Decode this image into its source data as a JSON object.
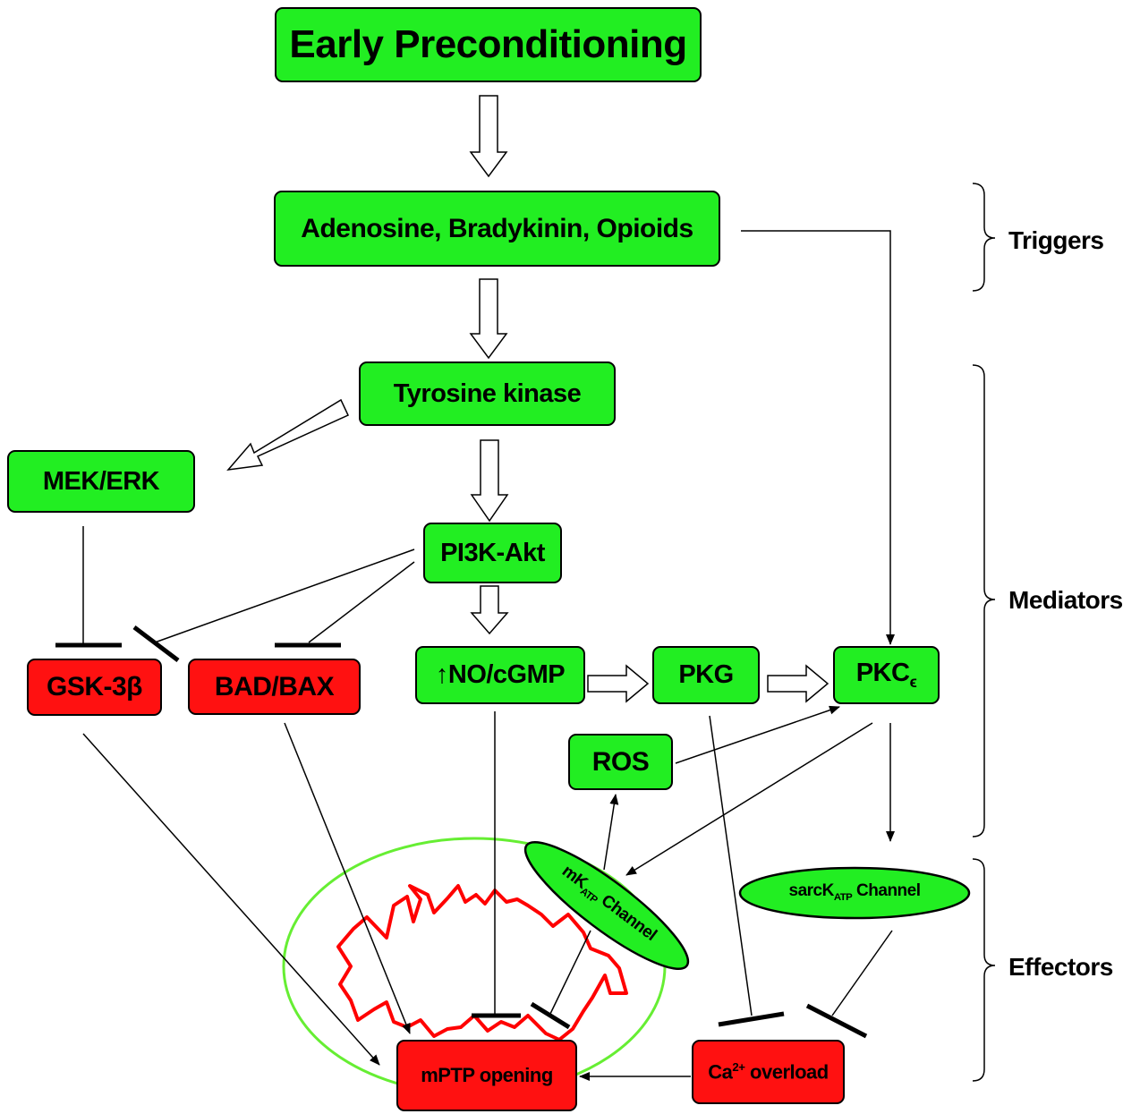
{
  "nodes": {
    "early_preconditioning": "Early Preconditioning",
    "triggers_box": "Adenosine, Bradykinin, Opioids",
    "tyrosine_kinase": "Tyrosine kinase",
    "mek_erk": "MEK/ERK",
    "pi3k_akt": "PI3K-Akt",
    "gsk3b": "GSK-3β",
    "bad_bax": "BAD/BAX",
    "no_cgmp": "↑NO/cGMP",
    "pkg": "PKG",
    "pkc": "PKC",
    "pkc_sub": "ϵ",
    "ros": "ROS",
    "mk_atp_pre": "mK",
    "mk_atp_sub": "ATP",
    "mk_atp_post": " Channel",
    "sarck_atp_pre": "sarcK",
    "sarck_atp_sub": "ATP",
    "sarck_atp_post": " Channel",
    "mptp": "mPTP opening",
    "ca_pre": "Ca",
    "ca_sup": "2+",
    "ca_post": " overload"
  },
  "stages": {
    "triggers": "Triggers",
    "mediators": "Mediators",
    "effectors": "Effectors"
  },
  "colors": {
    "activator": "#22ee22",
    "inhibited": "#ff1111",
    "mitochondrion_outer": "#66ee33",
    "mitochondrion_inner": "#ff0000"
  }
}
